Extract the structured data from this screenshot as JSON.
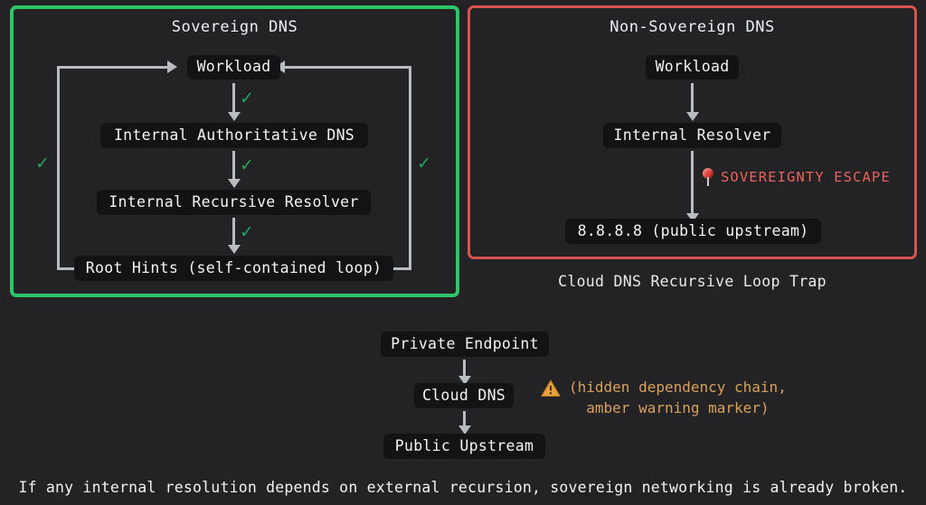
{
  "diagram": {
    "background_color": "#232326",
    "node_fill_color": "#131315",
    "arrow_color": "#b9bcc0",
    "accent_green": "#2ec46a",
    "accent_red": "#d9534f",
    "accent_amber": "#d9a05b"
  },
  "left_panel": {
    "title": "Sovereign DNS",
    "border_color": "#2ec46a",
    "nodes": {
      "workload": "Workload",
      "authoritative": "Internal Authoritative DNS",
      "recursive": "Internal Recursive Resolver",
      "root_hints": "Root Hints (self-contained loop)"
    },
    "checks": {
      "check1": "✓",
      "check2": "✓",
      "check3": "✓",
      "check_left": "✓",
      "check_right": "✓"
    }
  },
  "right_panel": {
    "title": "Non-Sovereign DNS",
    "border_color": "#d9534f",
    "nodes": {
      "workload": "Workload",
      "internal_resolver": "Internal Resolver",
      "public_upstream": "8.8.8.8 (public upstream)"
    },
    "escape_marker": {
      "icon": "pin-icon",
      "label": "SOVEREIGNTY ESCAPE",
      "color": "#e8625d"
    },
    "caption": "Cloud DNS Recursive Loop Trap"
  },
  "bottom_chain": {
    "nodes": {
      "private_endpoint": "Private Endpoint",
      "cloud_dns": "Cloud DNS",
      "public_upstream": "Public Upstream"
    },
    "warning": {
      "icon": "warning-triangle-icon",
      "line1": "(hidden dependency chain,",
      "line2": "  amber warning marker)",
      "color": "#d9a05b"
    }
  },
  "footer": {
    "note": "If any internal resolution depends on external recursion, sovereign networking is already broken."
  }
}
